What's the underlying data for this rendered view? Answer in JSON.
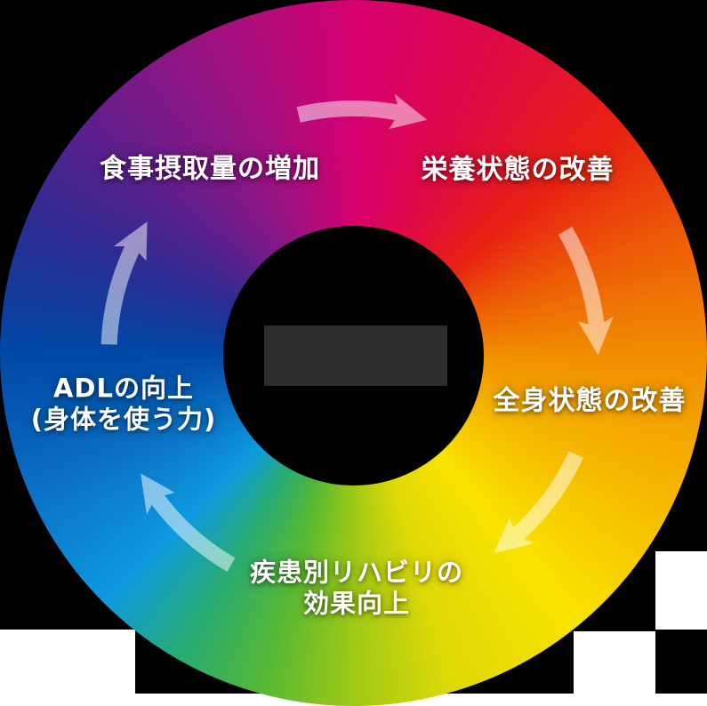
{
  "diagram": {
    "type": "cycle",
    "direction": "clockwise",
    "text_color": "#ffffff",
    "arrow_color": "rgba(255,255,255,0.5)",
    "canvas": {
      "background_color": "#000000",
      "patch_color": "#ffffff",
      "hole_color": "#000000",
      "redacted_block_color": "#2e2e2e"
    },
    "wheel_gradient_stops": [
      {
        "deg": 0,
        "color": "#d60070"
      },
      {
        "deg": 25,
        "color": "#df0a44"
      },
      {
        "deg": 50,
        "color": "#e72112"
      },
      {
        "deg": 70,
        "color": "#ec5b07"
      },
      {
        "deg": 90,
        "color": "#f18d00"
      },
      {
        "deg": 115,
        "color": "#f5b900"
      },
      {
        "deg": 140,
        "color": "#f9e300"
      },
      {
        "deg": 163,
        "color": "#e0d907"
      },
      {
        "deg": 180,
        "color": "#9fc916"
      },
      {
        "deg": 195,
        "color": "#57b833"
      },
      {
        "deg": 210,
        "color": "#27ab74"
      },
      {
        "deg": 225,
        "color": "#0d9adf"
      },
      {
        "deg": 248,
        "color": "#0b6ec2"
      },
      {
        "deg": 270,
        "color": "#0048a5"
      },
      {
        "deg": 292,
        "color": "#2c2b91"
      },
      {
        "deg": 315,
        "color": "#6b1d8a"
      },
      {
        "deg": 338,
        "color": "#a31080"
      },
      {
        "deg": 360,
        "color": "#d60070"
      }
    ],
    "nodes": [
      {
        "id": "intake",
        "position": "top-left",
        "lines": [
          "食事摂取量の増加"
        ]
      },
      {
        "id": "nutrition",
        "position": "top-right",
        "lines": [
          "栄養状態の改善"
        ]
      },
      {
        "id": "general",
        "position": "right",
        "lines": [
          "全身状態の改善"
        ]
      },
      {
        "id": "rehab",
        "position": "bottom",
        "lines": [
          "疾患別リハビリの",
          "効果向上"
        ]
      },
      {
        "id": "adl",
        "position": "left",
        "lines": [
          "ADLの向上",
          "(身体を使う力)"
        ]
      }
    ],
    "arrows": [
      {
        "position": "top",
        "from": "食事摂取量の増加",
        "to": "栄養状態の改善"
      },
      {
        "position": "right",
        "from": "栄養状態の改善",
        "to": "全身状態の改善"
      },
      {
        "position": "bottom-right",
        "from": "全身状態の改善",
        "to": "疾患別リハビリの効果向上"
      },
      {
        "position": "bottom-left",
        "from": "疾患別リハビリの効果向上",
        "to": "ADLの向上(身体を使う力)"
      },
      {
        "position": "left",
        "from": "ADLの向上(身体を使う力)",
        "to": "食事摂取量の増加"
      }
    ]
  }
}
